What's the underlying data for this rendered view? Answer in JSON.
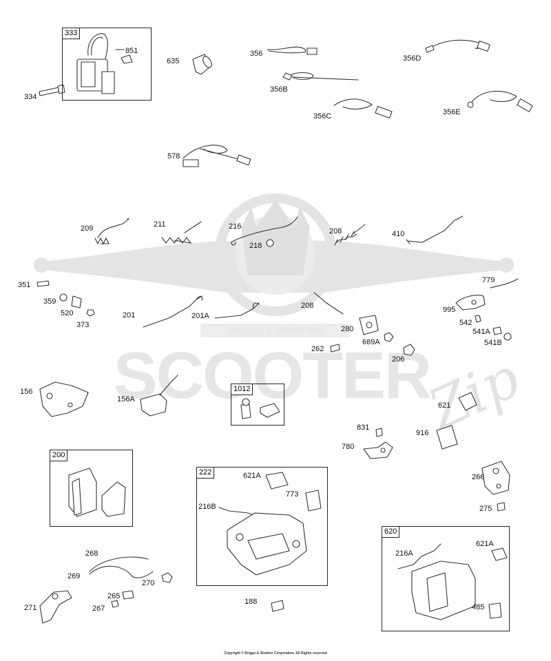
{
  "watermark": {
    "brand_text": "BRIGGS & STRATTON",
    "main_text": "SCOOTER",
    "script_text": "Zip"
  },
  "boxes": {
    "b333": "333",
    "b200": "200",
    "b222": "222",
    "b620": "620",
    "b1012": "1012"
  },
  "labels": {
    "l851": "851",
    "l334": "334",
    "l635": "635",
    "l356": "356",
    "l356B": "356B",
    "l356C": "356C",
    "l356D": "356D",
    "l356E": "356E",
    "l578": "578",
    "l209": "209",
    "l211": "211",
    "l216": "216",
    "l218": "218",
    "l208a": "208",
    "l410": "410",
    "l351": "351",
    "l359": "359",
    "l520": "520",
    "l373": "373",
    "l201": "201",
    "l201A": "201A",
    "l208b": "208",
    "l280": "280",
    "l689A": "689A",
    "l262": "262",
    "l206": "206",
    "l779": "779",
    "l995": "995",
    "l542": "542",
    "l541A": "541A",
    "l541B": "541B",
    "l156": "156",
    "l156A": "156A",
    "l621": "621",
    "l831": "831",
    "l916": "916",
    "l780": "780",
    "l266": "266",
    "l275": "275",
    "l621A_222": "621A",
    "l773": "773",
    "l216B": "216B",
    "l268": "268",
    "l269": "269",
    "l270": "270",
    "l265": "265",
    "l267": "267",
    "l271": "271",
    "l188": "188",
    "l216A": "216A",
    "l621A_620": "621A",
    "l485": "485"
  },
  "copyright": "Copyright © Briggs & Stratton Corporation. All Rights reserved"
}
